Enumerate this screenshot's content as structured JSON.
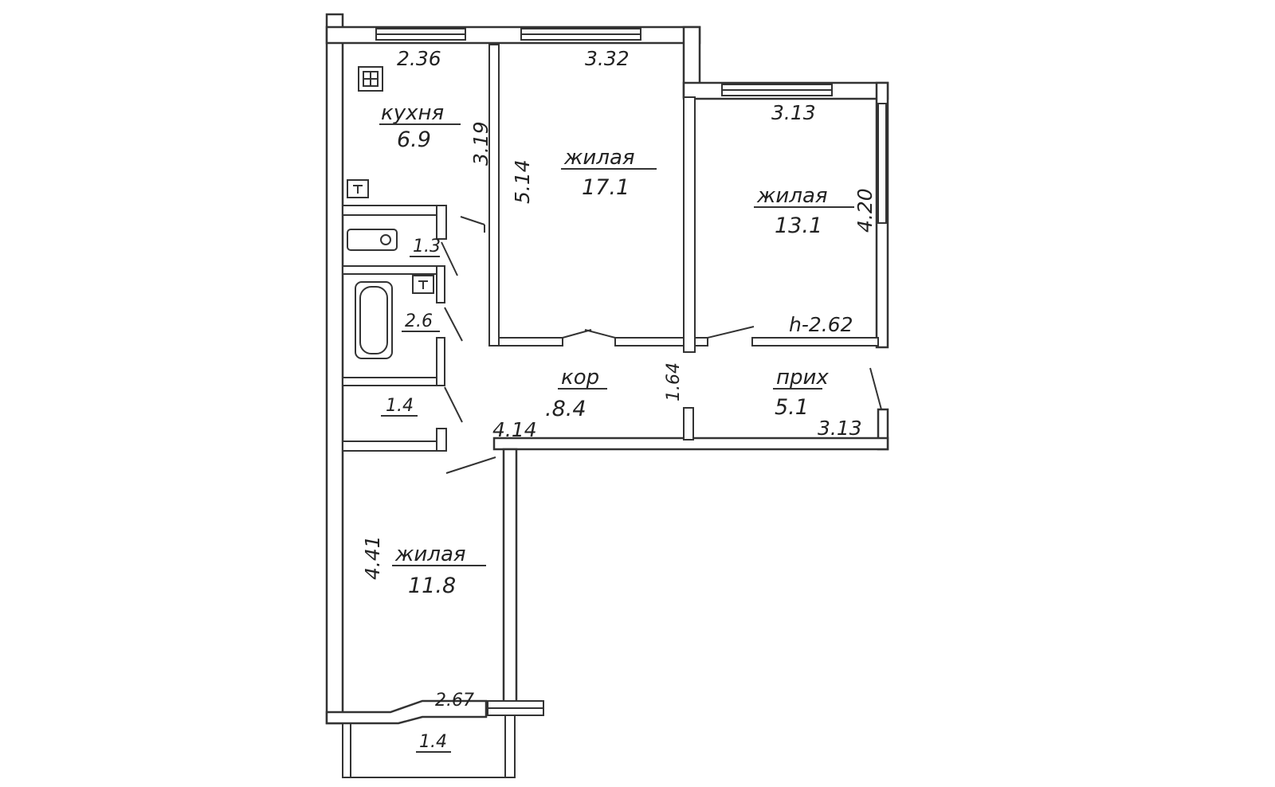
{
  "rooms": {
    "kitchen": {
      "name": "кухня",
      "area": "6.9",
      "width": "2.36",
      "length": "3.19"
    },
    "living_1": {
      "name": "жилая",
      "area": "17.1",
      "width": "3.32",
      "length": "5.14"
    },
    "living_2": {
      "name": "жилая",
      "area": "13.1",
      "width": "3.13",
      "length": "4.20",
      "height": "h-2.62"
    },
    "toilet": {
      "area": "1.3"
    },
    "bathroom": {
      "area": "2.6"
    },
    "storage": {
      "area": "1.4"
    },
    "corridor": {
      "name": "кор",
      "area": ".8.4",
      "length": "4.14",
      "width": "1.64"
    },
    "hall": {
      "name": "прих",
      "area": "5.1",
      "length": "3.13"
    },
    "living_3": {
      "name": "жилая",
      "area": "11.8",
      "length": "4.41",
      "width": "2.67"
    },
    "balcony": {
      "length": "1.4"
    }
  },
  "icons": {
    "stove": "stove-icon",
    "radiator_kitchen": "radiator-icon",
    "radiator_bath": "radiator-icon",
    "sink": "sink-icon",
    "bathtub": "bathtub-icon"
  },
  "colors": {
    "line": "#333333",
    "background": "#ffffff"
  }
}
